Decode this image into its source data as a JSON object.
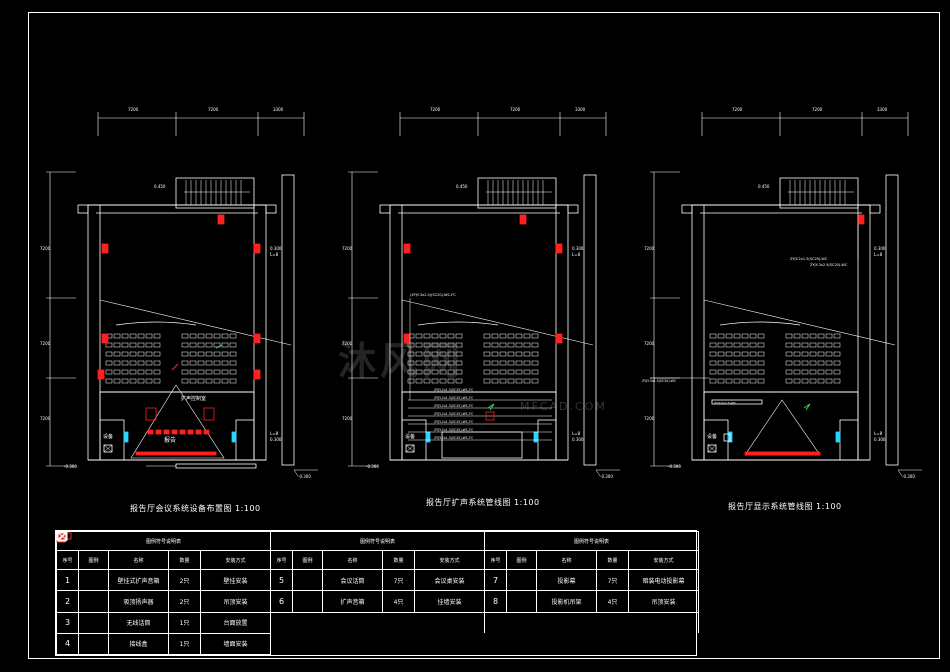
{
  "titles": {
    "plan1": "报告厅会议系统设备布置图 1:100",
    "plan2": "报告厅扩声系统管线图 1:100",
    "plan3": "报告厅显示系统管线图 1:100"
  },
  "dims": {
    "top": [
      "7200",
      "7200",
      "3300"
    ],
    "side": [
      "7200",
      "7200",
      "7200"
    ],
    "elev_a": "0.450",
    "elev_b": "0.300",
    "elev_c": "L=8",
    "elev_d": "-0.300"
  },
  "labels": {
    "stage": "报告",
    "stage_label": "扩声控制室",
    "equip": "设备"
  },
  "legend": {
    "group_title": "图例符号说明表",
    "headers": [
      "序号",
      "图例",
      "名称",
      "数量",
      "安装方式"
    ],
    "rows_a": [
      {
        "no": "1",
        "name": "壁挂式扩声音箱",
        "qty": "2只",
        "mount": "壁挂安装"
      },
      {
        "no": "2",
        "name": "吸顶扬声器",
        "qty": "2只",
        "mount": "吊顶安装"
      },
      {
        "no": "3",
        "name": "无线话筒",
        "qty": "1只",
        "mount": "台面放置"
      },
      {
        "no": "4",
        "name": "接线盒",
        "qty": "1只",
        "mount": "墙面安装"
      }
    ],
    "rows_b": [
      {
        "no": "5",
        "name": "会议话筒",
        "qty": "7只",
        "mount": "会议桌安装"
      },
      {
        "no": "6",
        "name": "扩声音箱",
        "qty": "4只",
        "mount": "挂墙安装"
      }
    ],
    "rows_c": [
      {
        "no": "7",
        "name": "投影幕",
        "qty": "7只",
        "mount": "暗装电动投影幕"
      },
      {
        "no": "8",
        "name": "投影机吊架",
        "qty": "4只",
        "mount": "吊顶安装"
      }
    ]
  },
  "watermark": {
    "main": "沐风网",
    "sub": "MFCAD.COM"
  },
  "colors": {
    "line": "#ffffff",
    "red": "#ff2020",
    "cyan": "#2ad4ff",
    "green": "#39d353"
  }
}
